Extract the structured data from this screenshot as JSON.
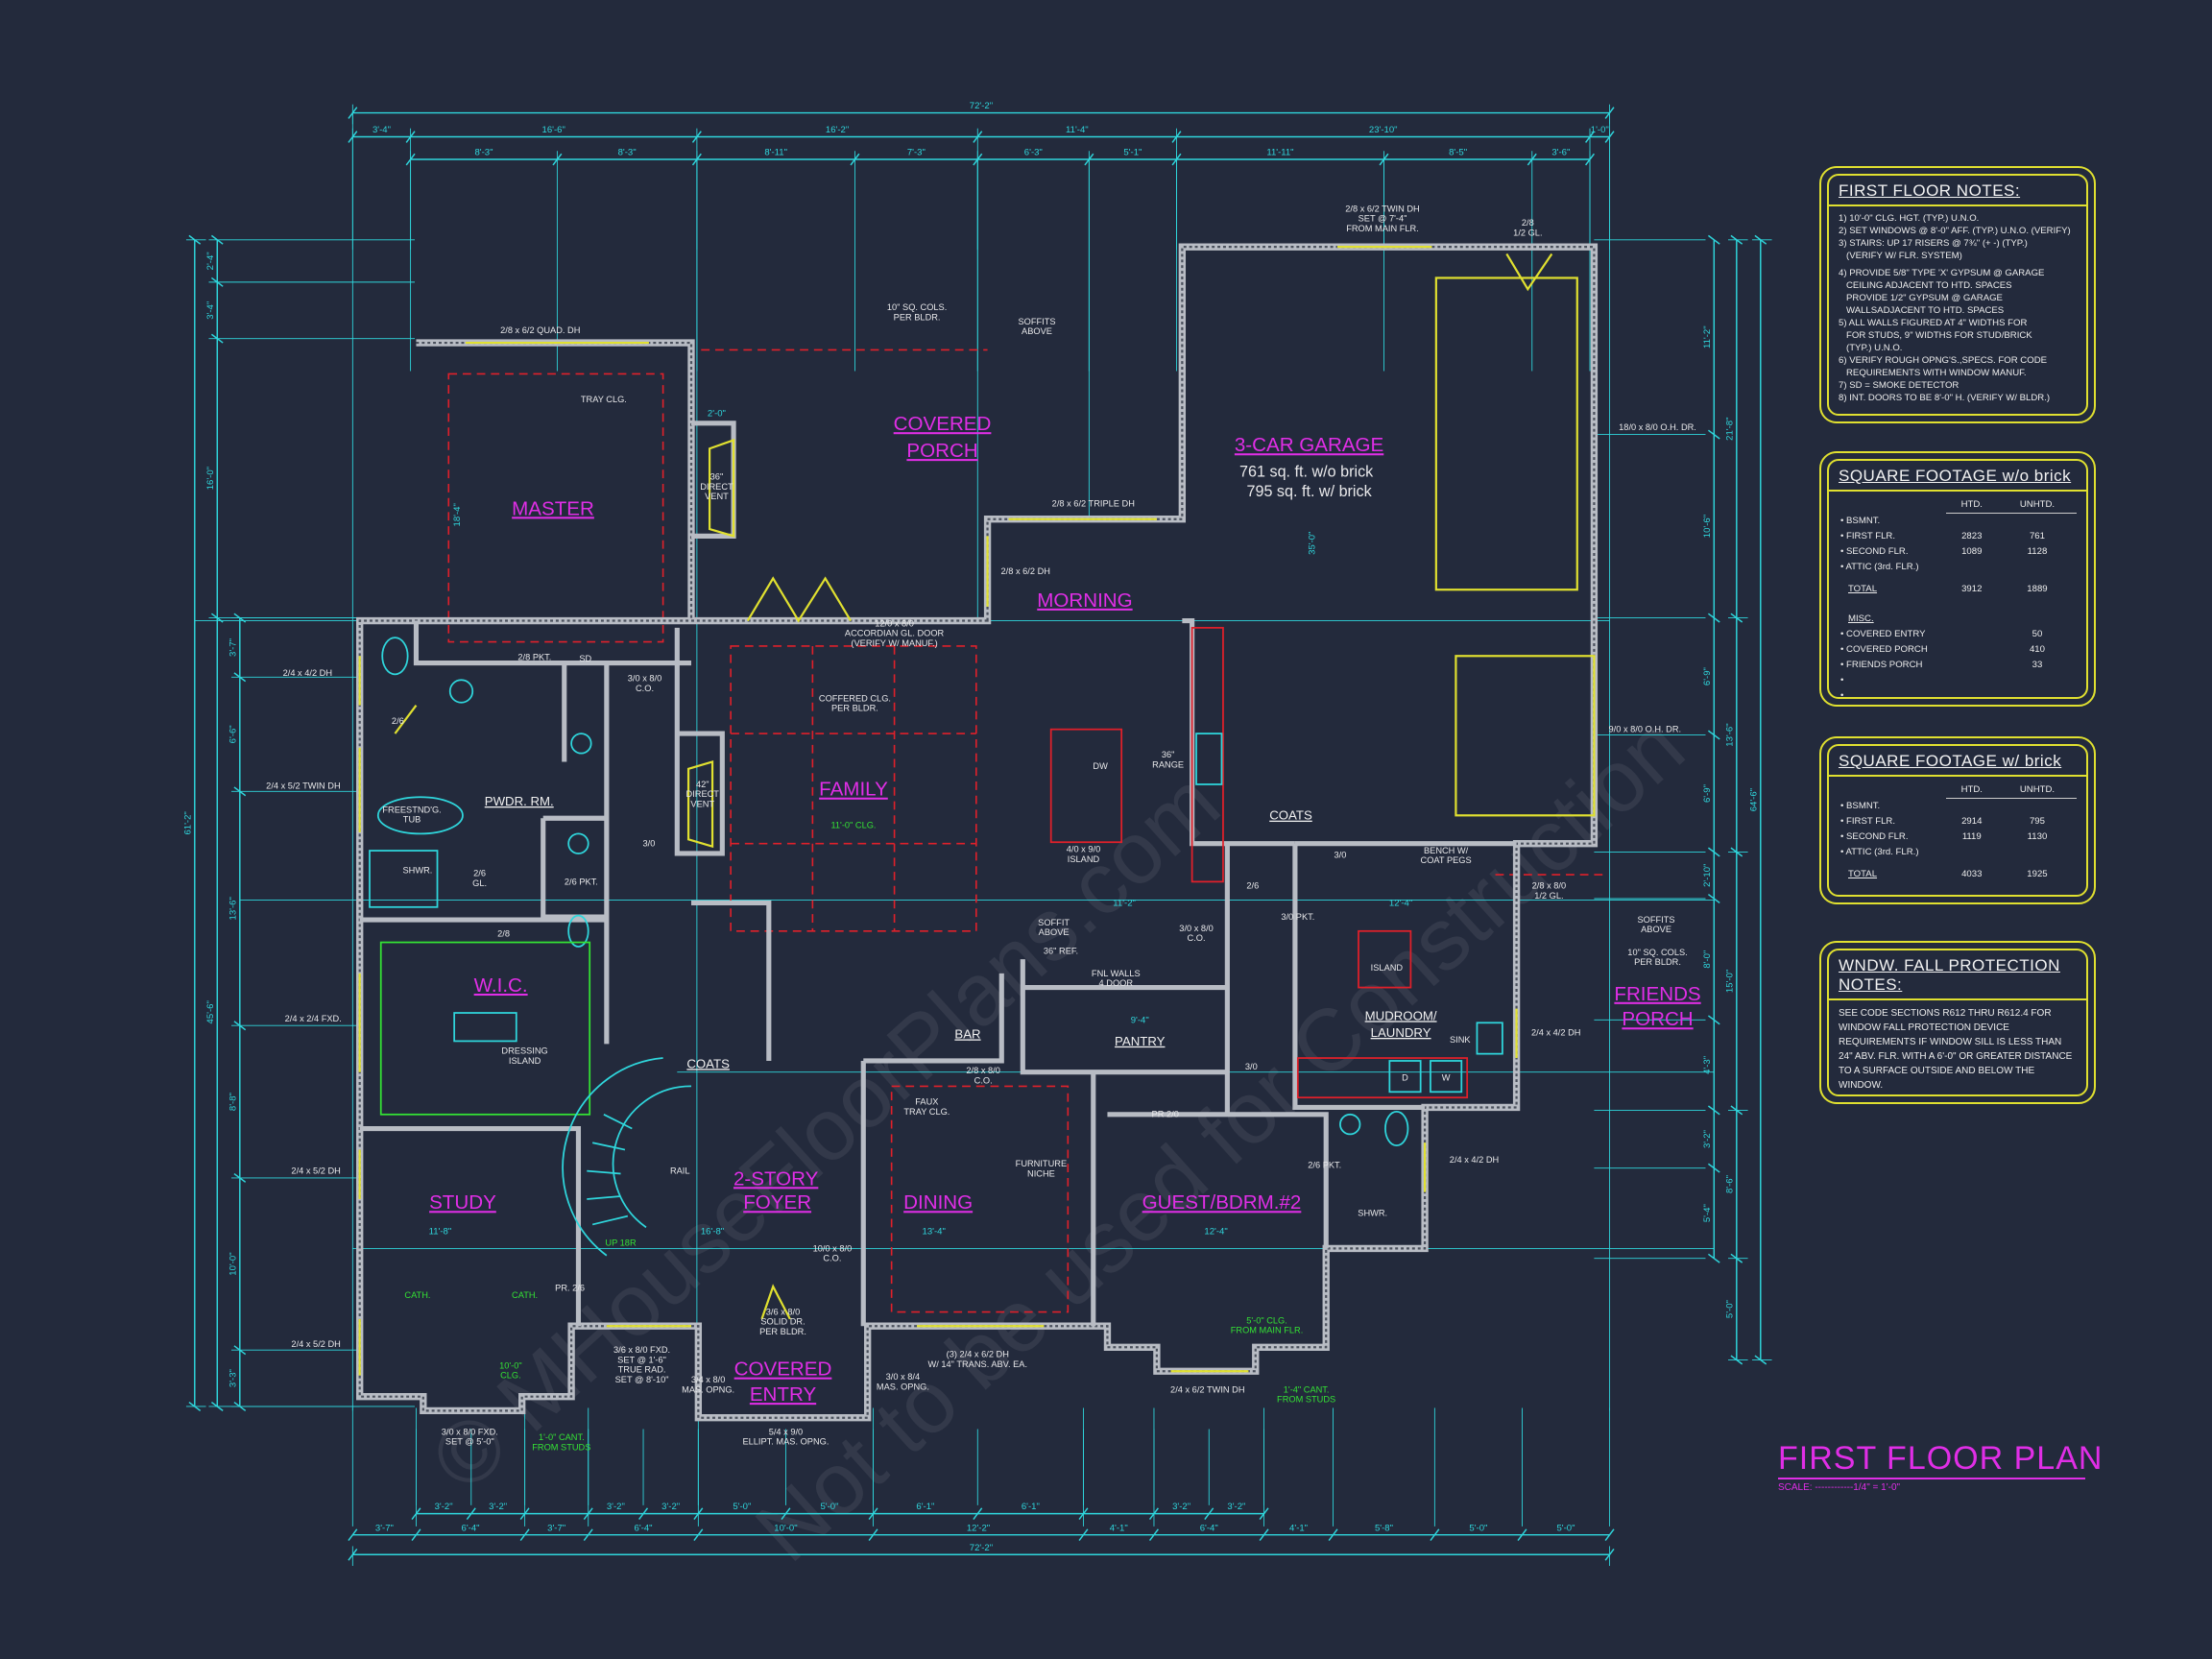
{
  "watermark": [
    "© MHouseFloorPlans.com",
    "Not to be used for Construction"
  ],
  "title": {
    "plan_title": "FIRST FLOOR PLAN",
    "scale": "SCALE: ------------1/4\" = 1'-0\""
  },
  "first_floor_notes": {
    "heading": "FIRST FLOOR NOTES:",
    "lines": [
      {
        "t": "1) 10'-0\"  CLG. HGT. (TYP.) U.N.O.",
        "c": ""
      },
      {
        "t": "2) SET WINDOWS @ 8'-0\" AFF. (TYP.) U.N.O. (VERIFY)",
        "c": ""
      },
      {
        "t": "3) STAIRS: UP 17 RISERS @ 7¾\" (+ -) (TYP.)",
        "c": ""
      },
      {
        "t": "(VERIFY W/ FLR. SYSTEM)",
        "c": "ind"
      },
      {
        "t": "4) PROVIDE 5/8\" TYPE 'X' GYPSUM @ GARAGE",
        "c": "gap"
      },
      {
        "t": "CEILING ADJACENT TO HTD. SPACES",
        "c": "ind"
      },
      {
        "t": "PROVIDE 1/2\" GYPSUM @ GARAGE",
        "c": "ind"
      },
      {
        "t": "WALLSADJACENT TO HTD. SPACES",
        "c": "ind"
      },
      {
        "t": "5) ALL WALLS FIGURED AT 4\" WIDTHS FOR",
        "c": ""
      },
      {
        "t": "FOR STUDS, 9\" WIDTHS FOR STUD/BRICK",
        "c": "ind"
      },
      {
        "t": "(TYP.) U.N.O.",
        "c": "ind"
      },
      {
        "t": "6) VERIFY ROUGH OPNG'S.,SPECS. FOR CODE",
        "c": ""
      },
      {
        "t": "REQUIREMENTS WITH WINDOW MANUF.",
        "c": "ind"
      },
      {
        "t": "7) SD = SMOKE DETECTOR",
        "c": ""
      },
      {
        "t": "8) INT. DOORS TO BE 8'-0\" H. (VERIFY W/ BLDR.)",
        "c": ""
      }
    ]
  },
  "sf_wo_brick": {
    "heading": "SQUARE FOOTAGE  w/o brick",
    "col_htd": "HTD.",
    "col_unhtd": "UNHTD.",
    "rows": [
      {
        "label": "• BSMNT.",
        "htd": "",
        "unhtd": ""
      },
      {
        "label": "• FIRST FLR.",
        "htd": "2823",
        "unhtd": "761"
      },
      {
        "label": "• SECOND FLR.",
        "htd": "1089",
        "unhtd": "1128"
      },
      {
        "label": "• ATTIC (3rd. FLR.)",
        "htd": "",
        "unhtd": ""
      }
    ],
    "total": {
      "label": "TOTAL",
      "htd": "3912",
      "unhtd": "1889"
    },
    "misc_heading": "MISC.",
    "misc": [
      {
        "label": "• COVERED ENTRY",
        "unhtd": "50"
      },
      {
        "label": "• COVERED PORCH",
        "unhtd": "410"
      },
      {
        "label": "• FRIENDS PORCH",
        "unhtd": "33"
      },
      {
        "label": "•",
        "unhtd": ""
      },
      {
        "label": "•",
        "unhtd": ""
      }
    ]
  },
  "sf_w_brick": {
    "heading": "SQUARE FOOTAGE w/ brick",
    "col_htd": "HTD.",
    "col_unhtd": "UNHTD.",
    "rows": [
      {
        "label": "• BSMNT.",
        "htd": "",
        "unhtd": ""
      },
      {
        "label": "• FIRST FLR.",
        "htd": "2914",
        "unhtd": "795"
      },
      {
        "label": "• SECOND FLR.",
        "htd": "1119",
        "unhtd": "1130"
      },
      {
        "label": "• ATTIC (3rd. FLR.)",
        "htd": "",
        "unhtd": ""
      }
    ],
    "total": {
      "label": "TOTAL",
      "htd": "4033",
      "unhtd": "1925"
    }
  },
  "fall_protection": {
    "heading": "WNDW. FALL PROTECTION NOTES:",
    "text": "SEE CODE SECTIONS R612 THRU R612.4 FOR WINDOW FALL PROTECTION DEVICE REQUIREMENTS IF WINDOW SILL IS LESS THAN 24\" ABV. FLR. WITH A 6'-0\" OR GREATER DISTANCE TO A SURFACE OUTSIDE AND BELOW THE WINDOW."
  },
  "rooms": {
    "master": "MASTER",
    "covered_porch_1": "COVERED",
    "covered_porch_2": "PORCH",
    "garage": "3-CAR GARAGE",
    "garage_sf_1": "761 sq. ft. w/o brick",
    "garage_sf_2": "795 sq. ft. w/ brick",
    "morning": "MORNING",
    "family": "FAMILY",
    "family_clg": "11'-0\" CLG.",
    "pwdr": "PWDR. RM.",
    "wic": "W.I.C.",
    "study": "STUDY",
    "foyer_1": "2-STORY",
    "foyer_2": "FOYER",
    "dining": "DINING",
    "guest": "GUEST/BDRM.#2",
    "mudroom_1": "MUDROOM/",
    "mudroom_2": "LAUNDRY",
    "friends_1": "FRIENDS",
    "friends_2": "PORCH",
    "entry_1": "COVERED",
    "entry_2": "ENTRY",
    "bar": "BAR",
    "pantry": "PANTRY",
    "coats_1": "COATS",
    "coats_2": "COATS"
  },
  "annotations": {
    "quad_dh": "2/8 x 6/2 QUAD. DH",
    "tray_clg": "TRAY CLG.",
    "vent36_1": "36\"",
    "vent36_2": "DIRECT",
    "vent36_3": "VENT",
    "cols_1": "10\" SQ. COLS.",
    "cols_2": "PER BLDR.",
    "soffits_1": "SOFFITS",
    "soffits_2": "ABOVE",
    "twin_dh_1": "2/8 x 6/2 TWIN DH",
    "twin_dh_2": "SET @ 7'-4\"",
    "twin_dh_3": "FROM MAIN FLR.",
    "half_gl_1": "2/8",
    "half_gl_2": "1/2 GL.",
    "oh_dr_18": "18/0 x 8/0 O.H. DR.",
    "oh_dr_9": "9/0 x 8/0 O.H. DR.",
    "triple_dh": "2/8 x 6/2 TRIPLE DH",
    "morning_dh": "2/8 x 6/2 DH",
    "accordian_1": "12/0 x 8/0",
    "accordian_2": "ACCORDIAN GL. DOOR",
    "accordian_3": "(VERIFY W/ MANUF.)",
    "coffered_1": "COFFERED CLG.",
    "coffered_2": "PER BLDR.",
    "vent42_1": "42\"",
    "vent42_2": "DIRECT",
    "vent42_3": "VENT",
    "range_1": "36\"",
    "range_2": "RANGE",
    "dw": "DW",
    "island_1": "4/0 x 9/0",
    "island_2": "ISLAND",
    "w_l1": "2/4 x 4/2 DH",
    "w_l2": "2/4 x 5/2 TWIN DH",
    "w_l3": "2/4 x 2/4 FXD.",
    "w_l4": "2/4 x 5/2 DH",
    "w_l5": "2/4 x 5/2 DH",
    "pkt_28": "2/8 PKT.",
    "co_30_1": "3/0 x 8/0",
    "co_30_2": "C.O.",
    "d26": "2/6",
    "tub_1": "FREESTND'G.",
    "tub_2": "TUB",
    "shwr": "SHWR.",
    "gl26_1": "2/6",
    "gl26_2": "GL.",
    "d28": "2/8",
    "pkt_26": "2/6 PKT.",
    "d30": "3/0",
    "dress_1": "DRESSING",
    "dress_2": "ISLAND",
    "rail": "RAIL",
    "up18": "UP 18R",
    "co_100_1": "10/0 x 8/0",
    "co_100_2": "C.O.",
    "solid_1": "3/6 x 8/0",
    "solid_2": "SOLID DR.",
    "solid_3": "PER BLDR.",
    "fxd_1": "3/6 x 8/0 FXD.",
    "fxd_2": "SET @ 1'-6\"",
    "fxd_3": "TRUE RAD.",
    "fxd_4": "SET @ 8'-10\"",
    "mas34_1": "3/4 x 8/0",
    "mas34_2": "MAS. OPNG.",
    "mas30_1": "3/0 x 8/4",
    "mas30_2": "MAS. OPNG.",
    "ellipt_1": "5/4 x 9/0",
    "ellipt_2": "ELLIPT. MAS. OPNG.",
    "trans_1": "(3) 2/4 x 6/2 DH",
    "trans_2": "W/ 14\" TRANS. ABV. EA.",
    "guest_dh": "2/4 x 6/2 TWIN DH",
    "cant14_1": "1'-4\" CANT.",
    "cant14_2": "FROM STUDS",
    "clg5_1": "5'-0\" CLG.",
    "clg5_2": "FROM MAIN FLR.",
    "study_fxd_1": "3/0 x 8/0 FXD.",
    "study_fxd_2": "SET @ 5'-0\"",
    "cant10_1": "1'-0\" CANT.",
    "cant10_2": "FROM STUDS",
    "clg10_1": "10'-0\"",
    "clg10_2": "CLG.",
    "cath_1": "CATH.",
    "cath_2": "CATH.",
    "pr26": "PR. 2/6",
    "faux_1": "FAUX",
    "faux_2": "TRAY CLG.",
    "co28_1": "2/8 x 8/0",
    "co28_2": "C.O.",
    "niche_1": "FURNITURE",
    "niche_2": "NICHE",
    "pr20": "PR 2/0",
    "soffit_1": "SOFFIT",
    "soffit_2": "ABOVE",
    "ref": "36\" REF.",
    "fnl_1": "FNL WALLS",
    "fnl_2": "4 DOOR",
    "co30b_1": "3/0 x 8/0",
    "co30b_2": "C.O.",
    "pkt30": "3/0 PKT.",
    "d26b": "2/6",
    "d30b": "3/0",
    "d30c": "3/0",
    "bench_1": "BENCH W/",
    "bench_2": "COAT PEGS",
    "island_mud": "ISLAND",
    "sink": "SINK",
    "dryer": "D",
    "washer": "W",
    "door_half_1": "2/8 x 8/0",
    "door_half_2": "1/2 GL.",
    "soffits2_1": "SOFFITS",
    "soffits2_2": "ABOVE",
    "cols2_1": "10\" SQ. COLS.",
    "cols2_2": "PER BLDR.",
    "w_r1": "2/4 x 4/2 DH",
    "w_r2": "2/4 x 4/2 DH",
    "pkt26b": "2/6 PKT.",
    "shwr2": "SHWR.",
    "dim_2_0": "2'-0\"",
    "dim_18_4": "18'-4\"",
    "dim_35": "35'-0\"",
    "dim_12_4": "12'-4\"",
    "dim_13_4": "13'-4\"",
    "dim_16_8": "16'-8\"",
    "dim_11_8": "11'-8\"",
    "dim_9_4": "9'-4\"",
    "dim_11_2": "11'-2\"",
    "dim_12_4b": "12'-4\"",
    "sd": "SD"
  },
  "dimensions": {
    "top": [
      [
        "72'-2\""
      ],
      [
        "3'-4\"",
        "16'-6\"",
        "16'-2\"",
        "11'-4\"",
        "23'-10\"",
        "1'-0\""
      ],
      [
        "8'-3\"",
        "8'-3\"",
        "8'-11\"",
        "7'-3\"",
        "6'-3\"",
        "5'-1\"",
        "11'-11\"",
        "8'-5\"",
        "3'-6\""
      ]
    ],
    "bottom": [
      [
        "3'-2\"",
        "3'-2\"",
        "3'-2\"",
        "3'-2\"",
        "5'-0\"",
        "5'-0\"",
        "6'-1\"",
        "6'-1\"",
        "3'-2\"",
        "3'-2\""
      ],
      [
        "3'-7\"",
        "6'-4\"",
        "3'-7\"",
        "6'-4\"",
        "10'-0\"",
        "12'-2\"",
        "4'-1\"",
        "6'-4\"",
        "4'-1\"",
        "5'-8\"",
        "5'-0\"",
        "5'-0\""
      ],
      [
        "72'-2\""
      ]
    ],
    "left": [
      [
        "61'-2\""
      ],
      [
        "2'-4\"",
        "3'-4\"",
        "16'-0\"",
        "45'-6\""
      ],
      [
        "3'-7\"",
        "6'-6\"",
        "13'-6\"",
        "8'-8\"",
        "10'-0\"",
        "3'-3\""
      ]
    ],
    "right": [
      [
        "11'-2\"",
        "10'-6\"",
        "6'-9\"",
        "6'-9\"",
        "2'-10\"",
        "8'-0\"",
        "4'-3\"",
        "3'-2\"",
        "5'-4\""
      ],
      [
        "21'-8\"",
        "13'-6\"",
        "15'-0\"",
        "8'-6\"",
        "5'-0\""
      ],
      [
        "64'-6\""
      ]
    ]
  },
  "colors": {
    "background": "#232a3c",
    "dimension": "#2fd6dc",
    "room_label": "#e02ee6",
    "window": "#e0e030",
    "soffit": "#e0202a",
    "ceiling_note": "#34e234"
  }
}
